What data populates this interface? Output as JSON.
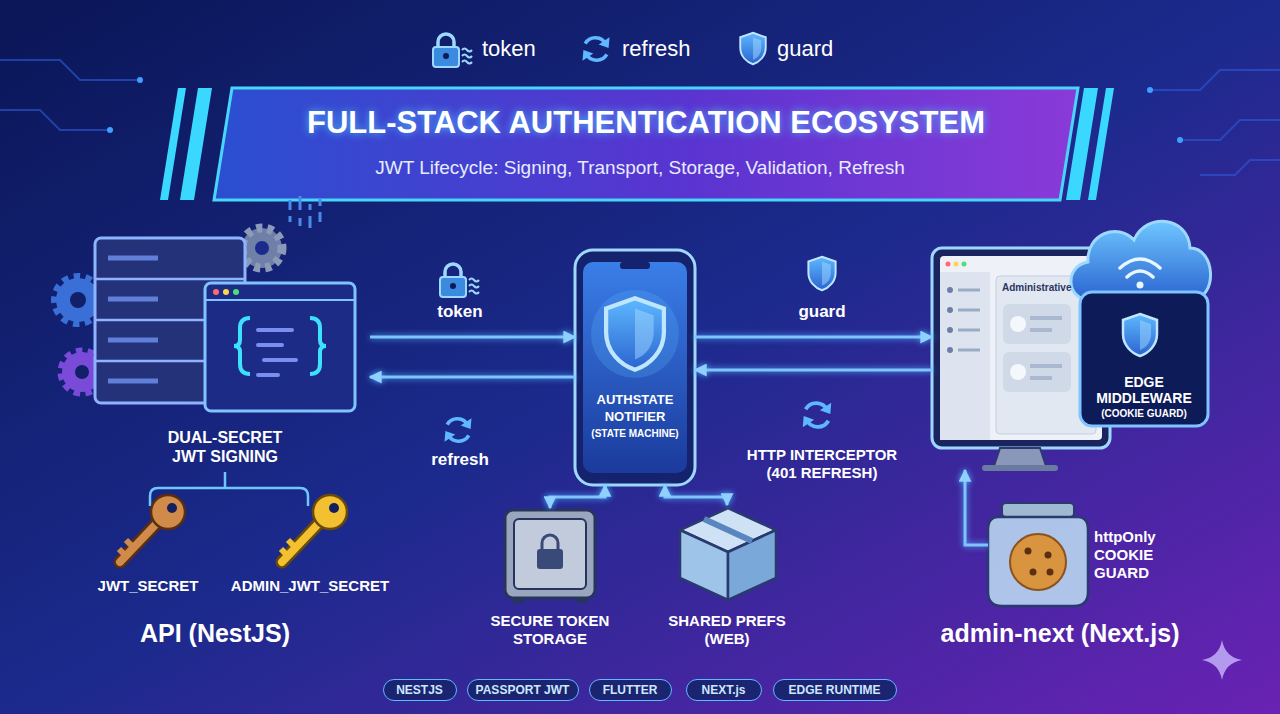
{
  "diagram": {
    "title": "FULL-STACK AUTHENTICATION ECOSYSTEM",
    "nodes": [
      {
        "text": [
          "DUAL-SECRET JWT SIGNING",
          "API (NestJS)"
        ]
      },
      {
        "text": [
          "AUTHSTATE NOTIFIER",
          "(STATE MACHINE)"
        ]
      },
      {
        "text": [
          "admin-next (Next.js)"
        ]
      },
      {
        "text": [
          "EDGE MIDDLEWARE",
          "(COOKIE GUARD)"
        ]
      },
      {
        "text": [
          "SECURE TOKEN STORAGE"
        ]
      },
      {
        "text": [
          "SHARED PREFS (WEB)"
        ]
      },
      {
        "text": [
          "httpOnly COOKIE GUARD"
        ]
      },
      {
        "text": [
          "NESTJS"
        ]
      },
      {
        "text": [
          "PASSPORT JWT"
        ]
      },
      {
        "text": [
          "FLUTTER"
        ]
      },
      {
        "text": [
          "NEXT.js"
        ]
      },
      {
        "text": [
          "EDGE RUNTIME"
        ]
      }
    ],
    "edges": [
      {
        "from": 0,
        "to": 1,
        "label": "token",
        "arrow": "to"
      },
      {
        "from": 1,
        "to": 0,
        "label": "refresh",
        "arrow": "to"
      },
      {
        "from": 1,
        "to": 2,
        "label": "guard",
        "arrow": "to"
      },
      {
        "from": 2,
        "to": 1,
        "label": "HTTP INTERCEPTOR (401 REFRESH)",
        "arrow": "to"
      },
      {
        "from": 1,
        "to": 4,
        "arrow": "both"
      },
      {
        "from": 1,
        "to": 5,
        "arrow": "both"
      },
      {
        "from": 6,
        "to": 2,
        "arrow": "to"
      }
    ],
    "labels": [
      "token",
      "refresh",
      "guard",
      "JWT Lifecycle: Signing, Transport, Storage, Validation, Refresh",
      "JWT_SECRET",
      "ADMIN_JWT_SECRET",
      "Administrative"
    ]
  }
}
